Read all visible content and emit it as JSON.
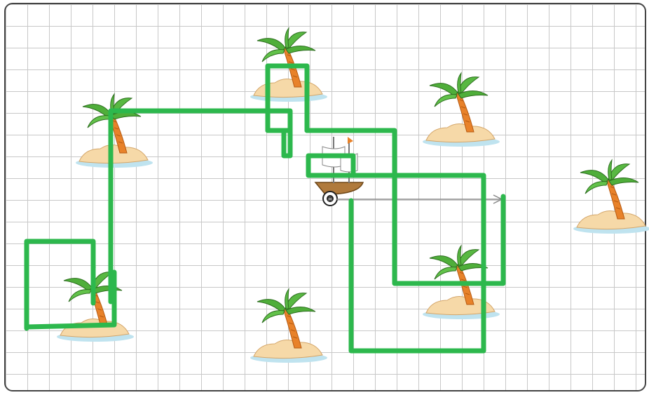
{
  "scene": {
    "background": "#ffffff",
    "grid_color": "#c8c8c8",
    "border_color": "#444444",
    "path_color": "#2db84d",
    "arrow_color": "#888888"
  },
  "islands": [
    {
      "name": "island-top-center"
    },
    {
      "name": "island-upper-left"
    },
    {
      "name": "island-upper-right"
    },
    {
      "name": "island-far-right"
    },
    {
      "name": "island-lower-left"
    },
    {
      "name": "island-lower-center"
    },
    {
      "name": "island-lower-right"
    }
  ],
  "ship": {
    "icon": "pirate-ship-icon",
    "facing": "right"
  }
}
